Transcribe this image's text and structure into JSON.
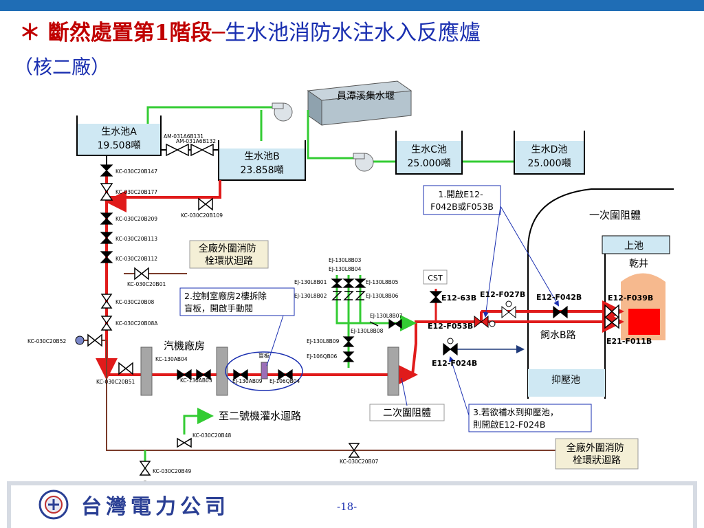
{
  "title": {
    "marker": "＊",
    "part1": "斷然處置第1階段─",
    "part2": "生水池消防水注水入反應爐",
    "line2": "（核二廠）"
  },
  "tanks": {
    "a_name": "生水池A",
    "a_vol": "19.508噸",
    "b_name": "生水池B",
    "b_vol": "23.858噸",
    "c_name": "生水C池",
    "c_vol": "25.000噸",
    "d_name": "生水D池",
    "d_vol": "25.000噸"
  },
  "weir": "員潭溪集水堰",
  "labels": {
    "containment1": "一次圍阻體",
    "upper_pool": "上池",
    "drywell": "乾井",
    "suppression": "抑壓池",
    "turbine": "汽機廠房",
    "containment2": "二次圍阻體",
    "fw_b": "飼水B路",
    "to_unit2": "至二號機灌水迴路",
    "loop1": "全廠外圍消防\n栓環狀迴路",
    "loop2": "全廠外圍消防\n栓環狀迴路",
    "cst": "CST",
    "blind": "盲板"
  },
  "notes": {
    "n1": "1.開啟E12-\nF042B或F053B",
    "n2": "2.控制室廠房2樓拆除\n盲板，開啟手動閥",
    "n3": "3.若欲補水到抑壓池，\n則開啟E12-F024B"
  },
  "valves": {
    "a6b131": "AM-031A6B131",
    "a6b132": "AM-031A6B132",
    "b147": "KC-030C20B147",
    "b177": "KC-030C20B177",
    "b109": "KC-030C20B109",
    "b209": "KC-030C20B209",
    "b113": "KC-030C20B113",
    "b112": "KC-030C20B112",
    "b01": "KC-030C20B01",
    "b08": "KC-030C20B08",
    "b08a": "KC-030C20B08A",
    "b52": "KC-030C20B52",
    "b51": "KC-030C20B51",
    "ab04": "KC-130AB04",
    "ab03": "KC-130AB03",
    "ab09": "EJ-130AB09",
    "qb04": "EJ-106QB04",
    "b48": "KC-030C20B48",
    "b49": "KC-030C20B49",
    "b07": "KC-030C20B07",
    "l8b03": "EJ-130L8B03",
    "l8b04": "EJ-130L8B04",
    "l8b01": "EJ-130L8B01",
    "l8b05": "EJ-130L8B05",
    "l8b02": "EJ-130L8B02",
    "l8b06": "EJ-130L8B06",
    "l8b07": "EJ-130L8B07",
    "l8b08": "EJ-130L8B08",
    "l8b09": "EJ-130L8B09",
    "qb06": "EJ-106QB06",
    "e1263b": "E12-63B",
    "f027b": "E12-F027B",
    "f042b": "E12-F042B",
    "f039b": "E12-F039B",
    "f053b": "E12-F053B",
    "f011b": "E21-F011B",
    "f024b": "E12-F024B"
  },
  "footer": {
    "company": "台灣電力公司",
    "page": "-18-"
  },
  "colors": {
    "red_pipe": "#e01b1b",
    "green_pipe": "#33cc33",
    "brown_pipe": "#7a3b2a",
    "water": "#cfe8f3",
    "title_red": "#c00000",
    "title_blue": "#1a2fb0"
  }
}
